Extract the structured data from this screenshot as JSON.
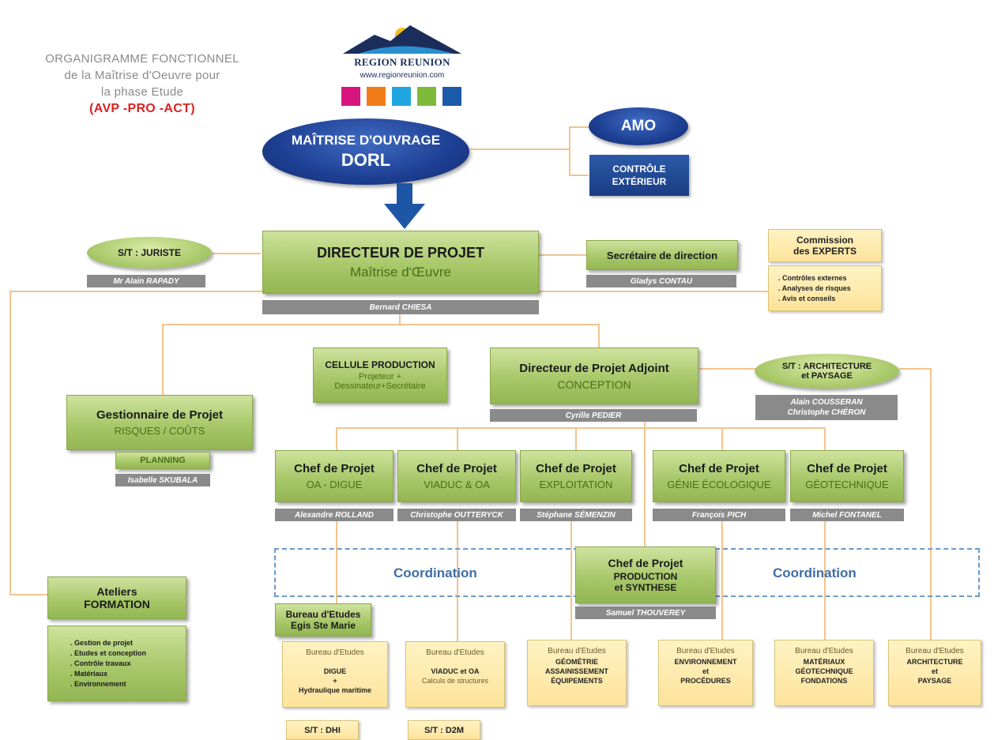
{
  "title": {
    "line1": "ORGANIGRAMME FONCTIONNEL",
    "line2": "de la Maîtrise d'Oeuvre pour",
    "line3": "la phase Etude",
    "phases": "(AVP -PRO -ACT)"
  },
  "logo": {
    "name": "REGION REUNION",
    "url": "www.regionreunion.com",
    "colors": [
      "#d8167d",
      "#f07d19",
      "#1fa6e0",
      "#7dba3a",
      "#1a5aa8"
    ]
  },
  "moa": {
    "line1": "MAÎTRISE D'OUVRAGE",
    "line2": "DORL"
  },
  "amo": "AMO",
  "controle": {
    "line1": "CONTRÔLE",
    "line2": "EXTÉRIEUR"
  },
  "juriste": {
    "label": "S/T : JURISTE",
    "person": "Mr Alain RAPADY"
  },
  "directeur": {
    "line1": "DIRECTEUR DE PROJET",
    "line2": "Maîtrise d'Œuvre",
    "person": "Bernard CHIESA"
  },
  "secretaire": {
    "label": "Secrétaire de direction",
    "person": "Gladys CONTAU"
  },
  "commission": {
    "line1": "Commission",
    "line2": "des EXPERTS",
    "items": [
      ". Contrôles externes",
      ". Analyses de risques",
      ". Avis et conseils"
    ]
  },
  "cellule": {
    "line1": "CELLULE PRODUCTION",
    "line2": "Projeteur +",
    "line3": "Dessinateur+Secrétaire"
  },
  "adjoint": {
    "line1": "Directeur de Projet Adjoint",
    "line2": "CONCEPTION",
    "person": "Cyrille PEDIER"
  },
  "architecture": {
    "line1": "S/T : ARCHITECTURE",
    "line2": "et PAYSAGE",
    "person1": "Alain COUSSERAN",
    "person2": "Christophe CHÉRON"
  },
  "gestionnaire": {
    "line1": "Gestionnaire de Projet",
    "line2": "RISQUES / COÛTS",
    "planning": "PLANNING",
    "person": "Isabelle SKUBALA"
  },
  "chefs": [
    {
      "title": "Chef de Projet",
      "sub": "OA - DIGUE",
      "person": "Alexandre ROLLAND"
    },
    {
      "title": "Chef de Projet",
      "sub": "VIADUC & OA",
      "person": "Christophe OUTTERYCK"
    },
    {
      "title": "Chef de Projet",
      "sub": "EXPLOITATION",
      "person": "Stéphane SÉMENZIN"
    },
    {
      "title": "Chef de Projet",
      "sub": "GÉNIE ÉCOLOGIQUE",
      "person": "François PICH"
    },
    {
      "title": "Chef de Projet",
      "sub": "GÉOTECHNIQUE",
      "person": "Michel FONTANEL"
    }
  ],
  "coordination": "Coordination",
  "production": {
    "line1": "Chef de Projet",
    "line2": "PRODUCTION",
    "line3": "et SYNTHESE",
    "person": "Samuel THOUVEREY"
  },
  "ateliers": {
    "line1": "Ateliers",
    "line2": "FORMATION",
    "items": [
      ". Gestion de projet",
      ". Etudes et conception",
      ". Contrôle travaux",
      ". Matériaux",
      ". Environnement"
    ]
  },
  "egis": {
    "line1": "Bureau d'Etudes",
    "line2": "Egis Ste Marie"
  },
  "bureaux": [
    {
      "head": "Bureau d'Etudes",
      "l1": "DIGUE",
      "l2": "+",
      "l3": "Hydraulique maritime",
      "l4": ""
    },
    {
      "head": "Bureau d'Etudes",
      "l1": "VIADUC et OA",
      "l2": "Calculs de structures",
      "l3": "",
      "l4": ""
    },
    {
      "head": "Bureau d'Etudes",
      "l1": "GÉOMÉTRIE",
      "l2": "ASSAINISSEMENT",
      "l3": "ÉQUIPEMENTS",
      "l4": ""
    },
    {
      "head": "Bureau d'Etudes",
      "l1": "ENVIRONNEMENT",
      "l2": "et",
      "l3": "PROCÉDURES",
      "l4": ""
    },
    {
      "head": "Bureau d'Etudes",
      "l1": "MATÉRIAUX",
      "l2": "GÉOTECHNIQUE",
      "l3": "FONDATIONS",
      "l4": ""
    },
    {
      "head": "Bureau d'Etudes",
      "l1": "ARCHITECTURE",
      "l2": "et",
      "l3": "PAYSAGE",
      "l4": ""
    }
  ],
  "st": [
    "S/T : DHI",
    "S/T : D2M"
  ]
}
